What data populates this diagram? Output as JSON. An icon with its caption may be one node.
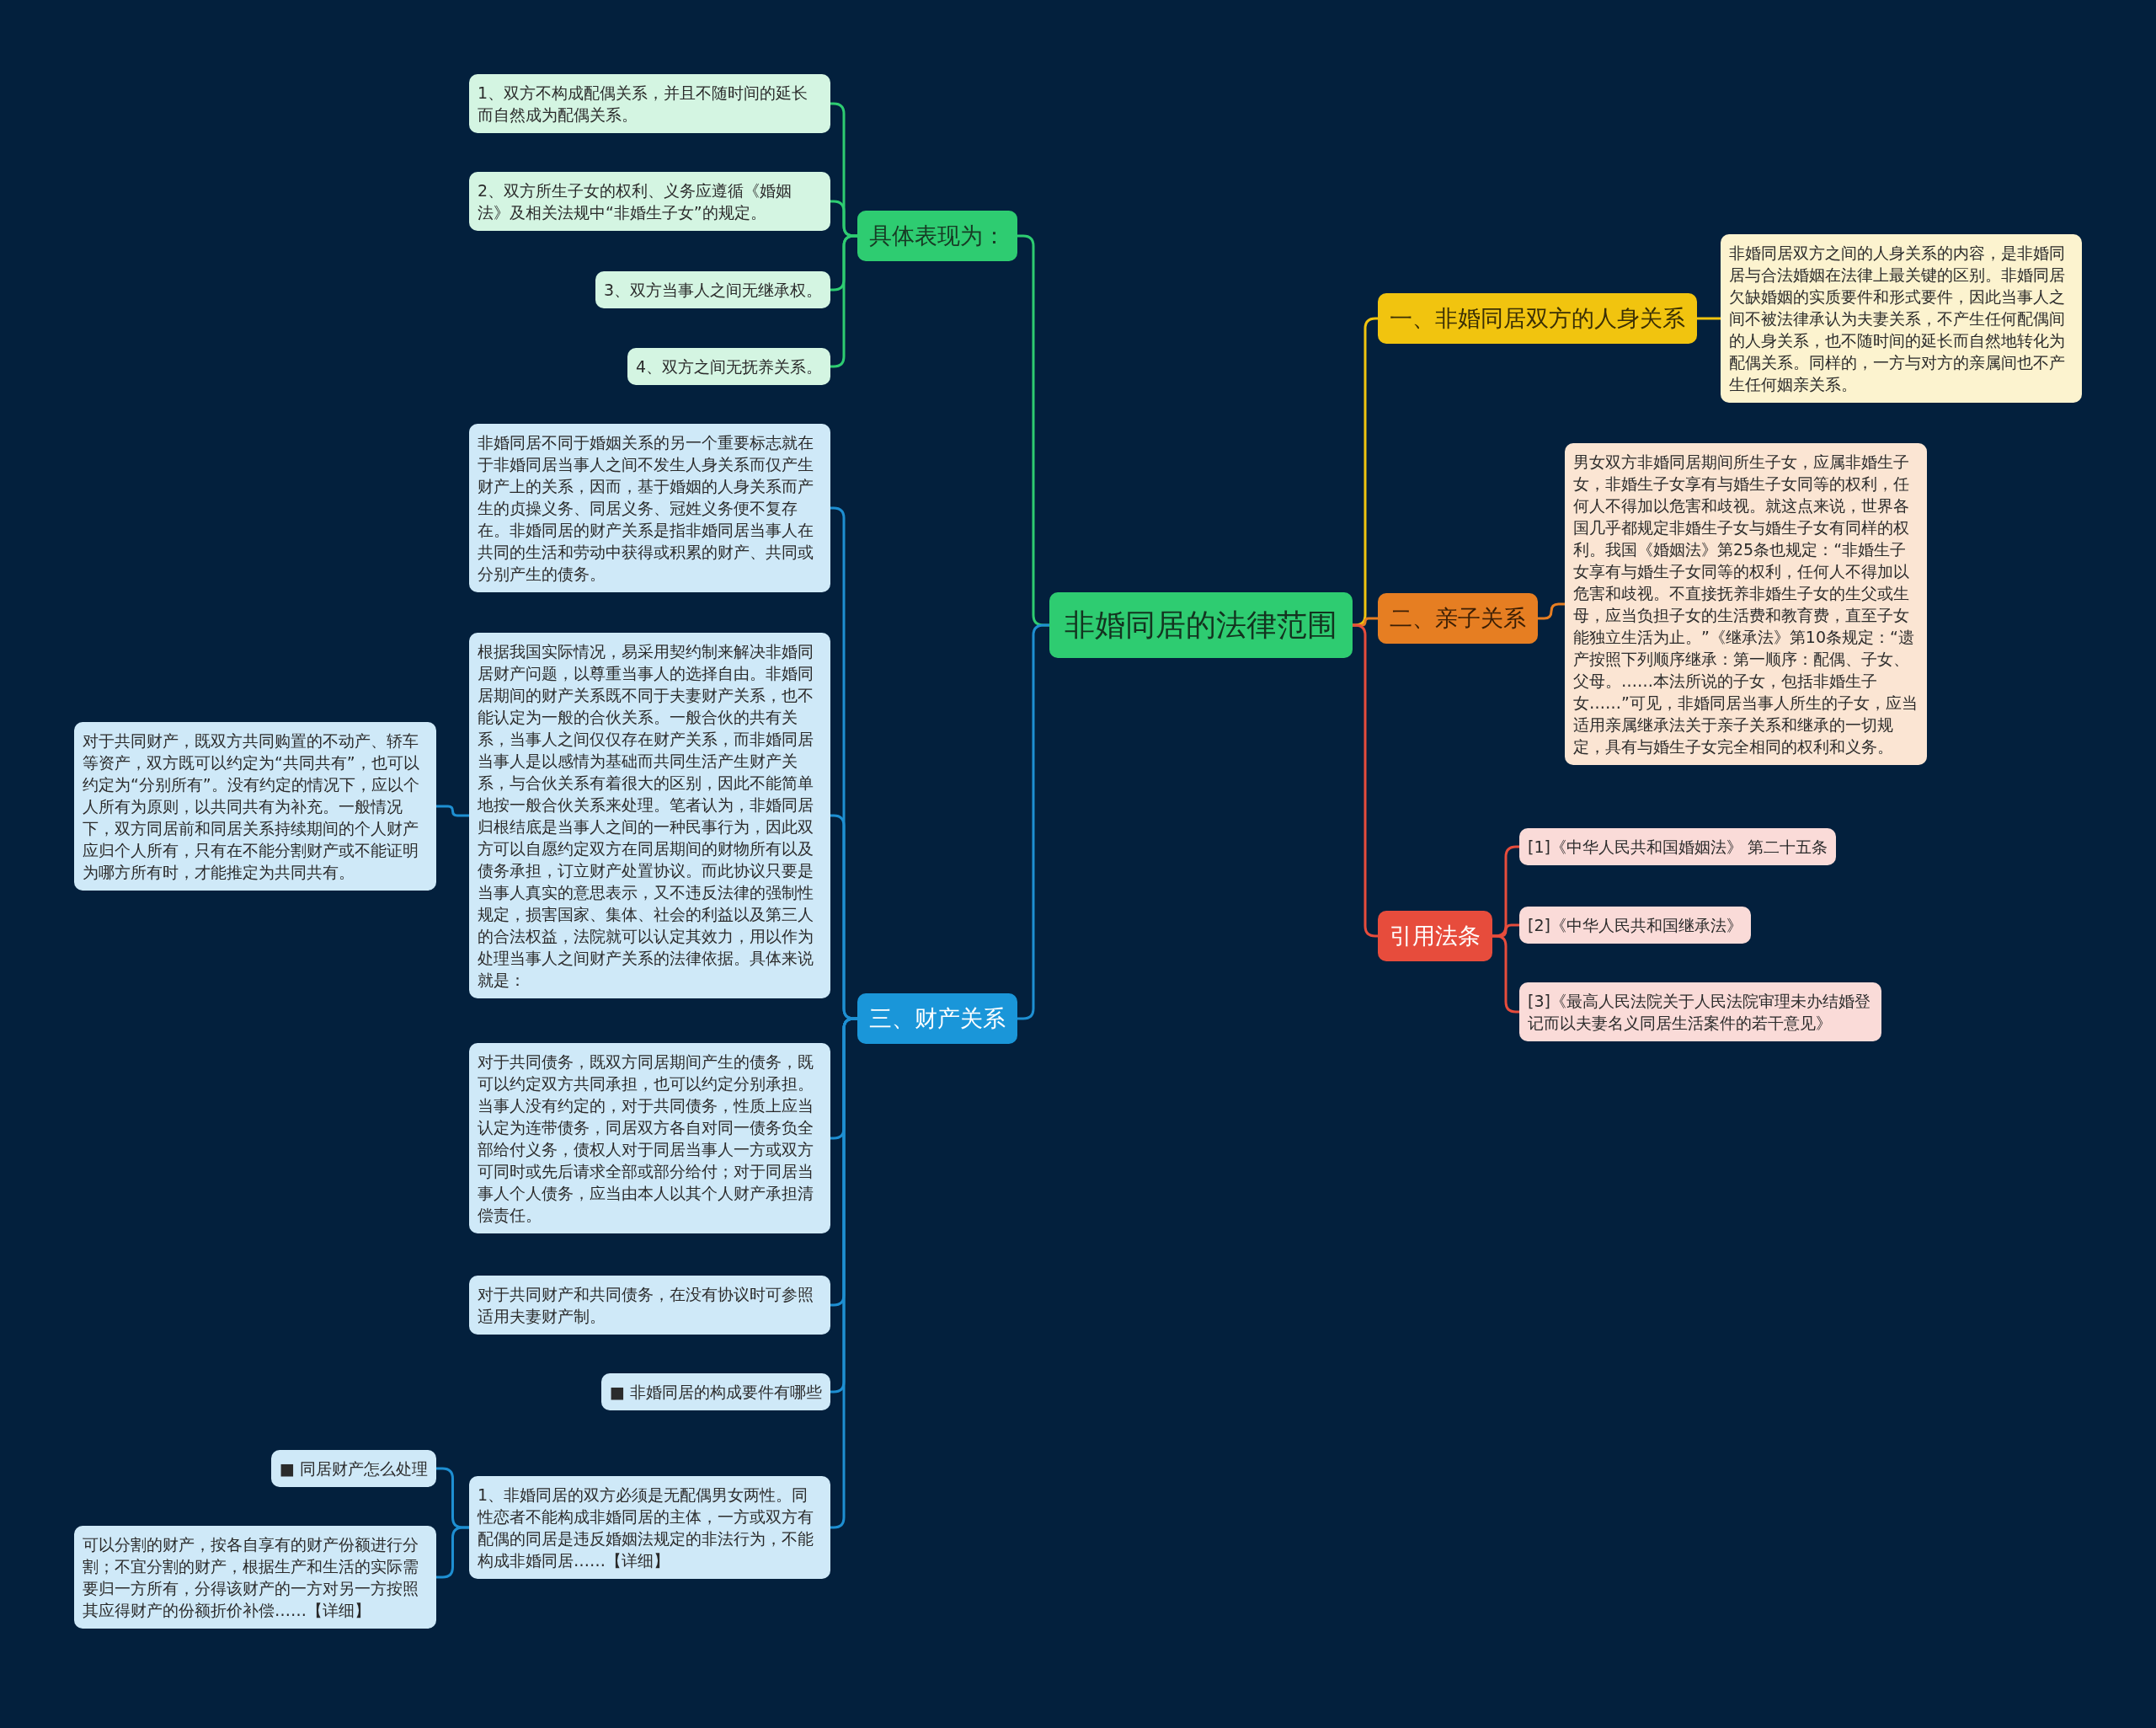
{
  "diagram": {
    "nodes": [
      {
        "text": [
          "非婚同居的法律范围"
        ]
      },
      {
        "text": [
          "具体表现为："
        ]
      },
      {
        "text": [
          "1、双方不构成配偶关系，并且不随时间的延长而自然成为配偶关系。"
        ]
      },
      {
        "text": [
          "2、双方所生子女的权利、义务应遵循《婚姻法》及相关法规中“非婚生子女”的规定。"
        ]
      },
      {
        "text": [
          "3、双方当事人之间无继承权。"
        ]
      },
      {
        "text": [
          "4、双方之间无抚养关系。"
        ]
      },
      {
        "text": [
          "三、财产关系"
        ]
      },
      {
        "text": [
          "非婚同居不同于婚姻关系的另一个重要标志就在于非婚同居当事人之间不发生人身关系而仅产生财产上的关系，因而，基于婚姻的人身关系而产生的贞操义务、同居义务、冠姓义务便不复存在。非婚同居的财产关系是指非婚同居当事人在共同的生活和劳动中获得或积累的财产、共同或分别产生的债务。"
        ]
      },
      {
        "text": [
          "根据我国实际情况，易采用契约制来解决非婚同居财产问题，以尊重当事人的选择自由。非婚同居期间的财产关系既不同于夫妻财产关系，也不能认定为一般的合伙关系。一般合伙的共有关系，当事人之间仅仅存在财产关系，而非婚同居当事人是以感情为基础而共同生活产生财产关系，与合伙关系有着很大的区别，因此不能简单地按一般合伙关系来处理。笔者认为，非婚同居归根结底是当事人之间的一种民事行为，因此双方可以自愿约定双方在同居期间的财物所有以及债务承担，订立财产处置协议。而此协议只要是当事人真实的意思表示，又不违反法律的强制性规定，损害国家、集体、社会的利益以及第三人的合法权益，法院就可以认定其效力，用以作为处理当事人之间财产关系的法律依据。具体来说就是："
        ]
      },
      {
        "text": [
          "对于共同财产，既双方共同购置的不动产、轿车等资产，双方既可以约定为“共同共有”，也可以约定为“分别所有”。没有约定的情况下，应以个人所有为原则，以共同共有为补充。一般情况下，双方同居前和同居关系持续期间的个人财产应归个人所有，只有在不能分割财产或不能证明为哪方所有时，才能推定为共同共有。"
        ]
      },
      {
        "text": [
          "对于共同债务，既双方同居期间产生的债务，既可以约定双方共同承担，也可以约定分别承担。当事人没有约定的，对于共同债务，性质上应当认定为连带债务，同居双方各自对同一债务负全部给付义务，债权人对于同居当事人一方或双方可同时或先后请求全部或部分给付；对于同居当事人个人债务，应当由本人以其个人财产承担清偿责任。"
        ]
      },
      {
        "text": [
          "对于共同财产和共同债务，在没有协议时可参照适用夫妻财产制。"
        ]
      },
      {
        "text": [
          "■ 非婚同居的构成要件有哪些"
        ]
      },
      {
        "text": [
          "1、非婚同居的双方必须是无配偶男女两性。同性恋者不能构成非婚同居的主体，一方或双方有配偶的同居是违反婚姻法规定的非法行为，不能构成非婚同居……【详细】"
        ]
      },
      {
        "text": [
          "■ 同居财产怎么处理"
        ]
      },
      {
        "text": [
          "可以分割的财产，按各自享有的财产份额进行分割；不宜分割的财产，根据生产和生活的实际需要归一方所有，分得该财产的一方对另一方按照其应得财产的份额折价补偿……【详细】"
        ]
      },
      {
        "text": [
          "一、非婚同居双方的人身关系"
        ]
      },
      {
        "text": [
          "非婚同居双方之间的人身关系的内容，是非婚同居与合法婚姻在法律上最关键的区别。非婚同居欠缺婚姻的实质要件和形式要件，因此当事人之间不被法律承认为夫妻关系，不产生任何配偶间的人身关系，也不随时间的延长而自然地转化为配偶关系。同样的，一方与对方的亲属间也不产生任何姻亲关系。"
        ]
      },
      {
        "text": [
          "二、亲子关系"
        ]
      },
      {
        "text": [
          "男女双方非婚同居期间所生子女，应属非婚生子女，非婚生子女享有与婚生子女同等的权利，任何人不得加以危害和歧视。就这点来说，世界各国几乎都规定非婚生子女与婚生子女有同样的权利。我国《婚姻法》第25条也规定：“非婚生子女享有与婚生子女同等的权利，任何人不得加以危害和歧视。不直接抚养非婚生子女的生父或生母，应当负担子女的生活费和教育费，直至子女能独立生活为止。”《继承法》第10条规定：“遗产按照下列顺序继承：第一顺序：配偶、子女、父母。……本法所说的子女，包括非婚生子女……”可见，非婚同居当事人所生的子女，应当适用亲属继承法关于亲子关系和继承的一切规定，具有与婚生子女完全相同的权利和义务。"
        ]
      },
      {
        "text": [
          "引用法条"
        ]
      },
      {
        "text": [
          "[1]《中华人民共和国婚姻法》 第二十五条"
        ]
      },
      {
        "text": [
          "[2]《中华人民共和国继承法》"
        ]
      },
      {
        "text": [
          "[3]《最高人民法院关于人民法院审理未办结婚登记而以夫妻名义同居生活案件的若干意见》"
        ]
      }
    ],
    "edges": [
      {
        "from": 0,
        "to": 1,
        "arrow": "none",
        "color": "#2ecc71"
      },
      {
        "from": 1,
        "to": 2,
        "arrow": "none",
        "color": "#2ecc71"
      },
      {
        "from": 1,
        "to": 3,
        "arrow": "none",
        "color": "#2ecc71"
      },
      {
        "from": 1,
        "to": 4,
        "arrow": "none",
        "color": "#2ecc71"
      },
      {
        "from": 1,
        "to": 5,
        "arrow": "none",
        "color": "#2ecc71"
      },
      {
        "from": 0,
        "to": 6,
        "arrow": "none"
      },
      {
        "from": 6,
        "to": 7,
        "arrow": "none"
      },
      {
        "from": 6,
        "to": 8,
        "arrow": "none"
      },
      {
        "from": 8,
        "to": 9,
        "arrow": "none"
      },
      {
        "from": 6,
        "to": 10,
        "arrow": "none"
      },
      {
        "from": 6,
        "to": 11,
        "arrow": "none"
      },
      {
        "from": 6,
        "to": 12,
        "arrow": "none"
      },
      {
        "from": 6,
        "to": 13,
        "arrow": "none"
      },
      {
        "from": 13,
        "to": 14,
        "arrow": "none"
      },
      {
        "from": 13,
        "to": 15,
        "arrow": "none"
      },
      {
        "from": 0,
        "to": 16,
        "arrow": "none",
        "color": "#f1c40f"
      },
      {
        "from": 16,
        "to": 17,
        "arrow": "none",
        "color": "#f1c40f"
      },
      {
        "from": 0,
        "to": 18,
        "arrow": "none",
        "color": "#e67e22"
      },
      {
        "from": 18,
        "to": 19,
        "arrow": "none",
        "color": "#e67e22"
      },
      {
        "from": 0,
        "to": 20,
        "arrow": "none",
        "color": "#e74c3c"
      },
      {
        "from": 20,
        "to": 21,
        "arrow": "none",
        "color": "#e74c3c"
      },
      {
        "from": 20,
        "to": 22,
        "arrow": "none",
        "color": "#e74c3c"
      },
      {
        "from": 20,
        "to": 23,
        "arrow": "none",
        "color": "#e74c3c"
      }
    ]
  }
}
